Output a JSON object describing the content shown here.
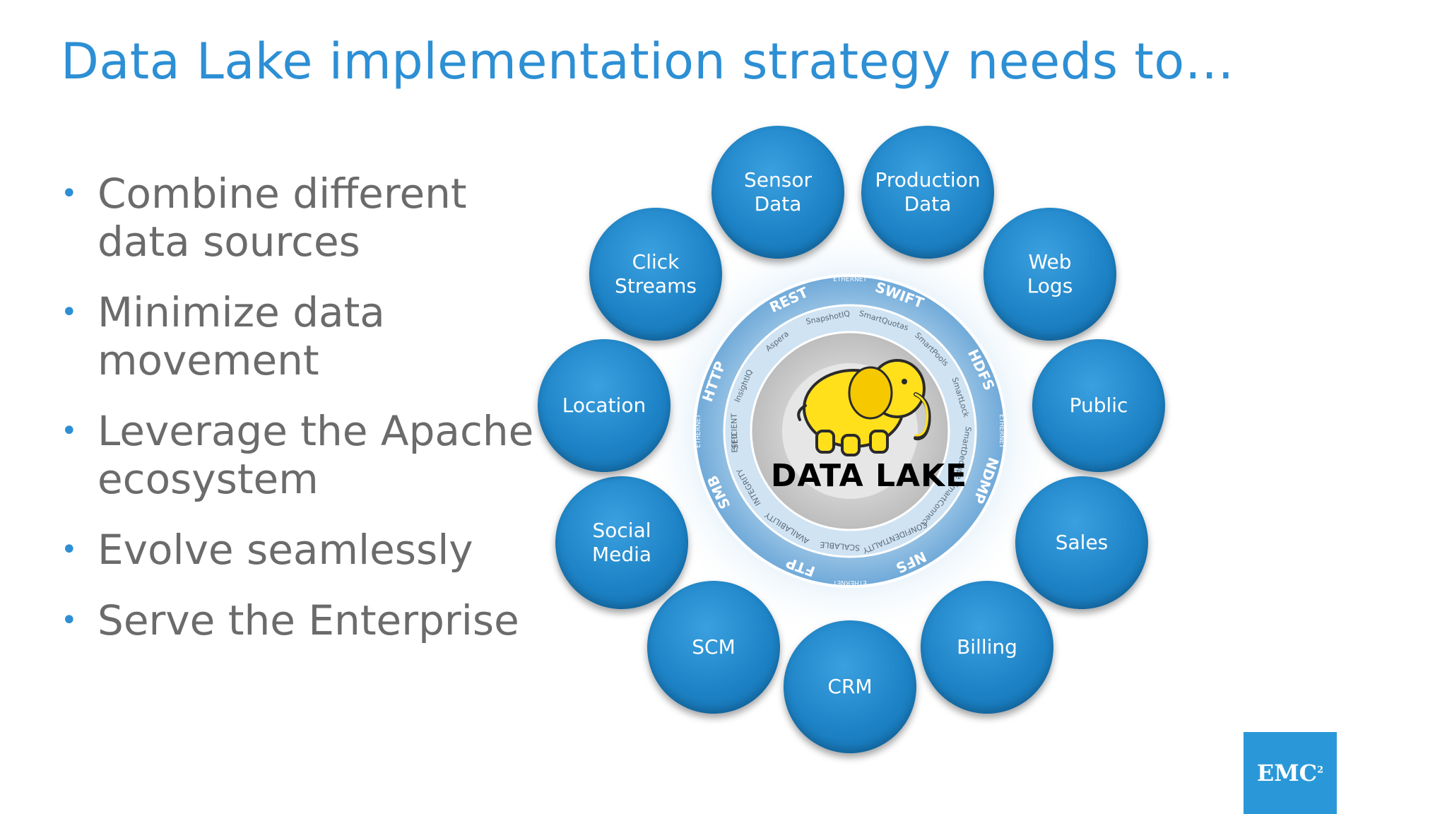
{
  "slide": {
    "title": "Data Lake implementation strategy needs to…",
    "bullets": [
      "Combine different data sources",
      "Minimize data movement",
      "Leverage the Apache ecosystem",
      "Evolve seamlessly",
      "Serve the Enterprise"
    ],
    "bullet_symbol": "•"
  },
  "diagram": {
    "center_label": "DATA LAKE",
    "ring_words": [
      "HTTP",
      "REST",
      "SWIFT",
      "HDFS",
      "NDMP",
      "NFS",
      "FTP",
      "SMB",
      "ETHERNET",
      "SED",
      "InsightIQ",
      "Aspera",
      "SnapshotIQ",
      "SmartQuotas",
      "SmartPools",
      "SmartLock",
      "SmartDedupe",
      "SmartConnect",
      "CONFIDENTIALITY",
      "SCALABLE",
      "AVAILABILITY",
      "INTEGRITY",
      "EFFICIENT"
    ],
    "nodes": [
      "Sensor\nData",
      "Production\nData",
      "Web\nLogs",
      "Public",
      "Sales",
      "Billing",
      "CRM",
      "SCM",
      "Social\nMedia",
      "Location",
      "Click\nStreams"
    ]
  },
  "logo": {
    "text": "EMC",
    "superscript": "2"
  },
  "colors": {
    "title": "#2d8fd4",
    "bullet_text": "#6b6b6b",
    "node_fill": "#1e84c7",
    "logo_bg": "#2a98d8",
    "elephant": "#ffe01b"
  },
  "icons": {
    "mascot": "yellow-elephant-icon"
  }
}
